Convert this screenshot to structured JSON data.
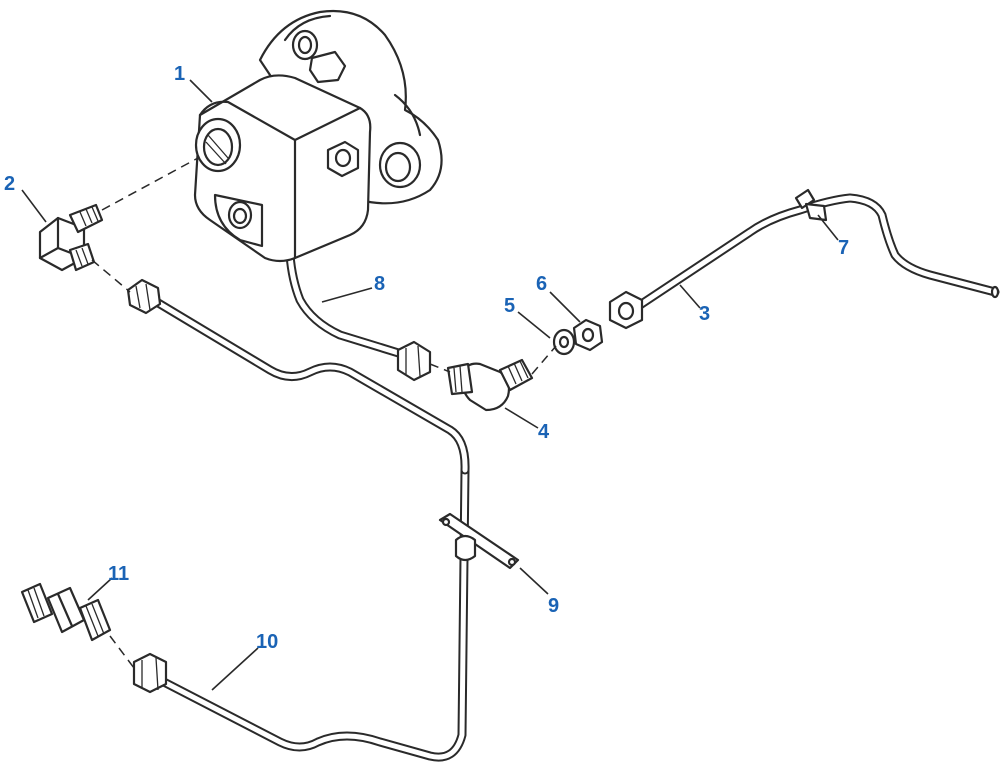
{
  "callouts": [
    {
      "id": "1",
      "text": "1"
    },
    {
      "id": "2",
      "text": "2"
    },
    {
      "id": "3",
      "text": "3"
    },
    {
      "id": "4",
      "text": "4"
    },
    {
      "id": "5",
      "text": "5"
    },
    {
      "id": "6",
      "text": "6"
    },
    {
      "id": "7",
      "text": "7"
    },
    {
      "id": "8",
      "text": "8"
    },
    {
      "id": "9",
      "text": "9"
    },
    {
      "id": "10",
      "text": "10"
    },
    {
      "id": "11",
      "text": "11"
    }
  ],
  "colors": {
    "callout": "#1a63b5",
    "line": "#2a2a2a",
    "background": "#ffffff"
  }
}
